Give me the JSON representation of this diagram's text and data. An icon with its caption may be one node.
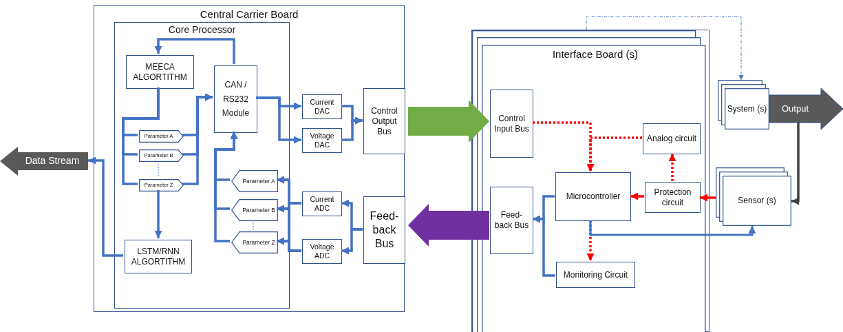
{
  "diagram": {
    "nodes": [
      {
        "text": [
          "Central Carrier Board"
        ]
      },
      {
        "text": [
          "Core Processor"
        ],
        "in": 0
      },
      {
        "text": [
          "MEECA ALGORTITHM"
        ],
        "in": 1
      },
      {
        "text": [
          "CAN / RS232 Module"
        ],
        "in": 1
      },
      {
        "text": [
          "Parameter A"
        ],
        "in": 1
      },
      {
        "text": [
          "Parameter B"
        ],
        "in": 1
      },
      {
        "text": [
          "Parameter Z"
        ],
        "in": 1
      },
      {
        "text": [
          "LSTM/RNN ALGORTITHM"
        ],
        "in": 1
      },
      {
        "text": [
          "Parameter A"
        ],
        "in": 1
      },
      {
        "text": [
          "Parameter B"
        ],
        "in": 1
      },
      {
        "text": [
          "Parameter Z"
        ],
        "in": 1
      },
      {
        "text": [
          "Current DAC"
        ],
        "in": 0
      },
      {
        "text": [
          "Voltage DAC"
        ],
        "in": 0
      },
      {
        "text": [
          "Control Output Bus"
        ],
        "in": 0
      },
      {
        "text": [
          "Current ADC"
        ],
        "in": 0
      },
      {
        "text": [
          "Voltage ADC"
        ],
        "in": 0
      },
      {
        "text": [
          "Feed-back Bus"
        ],
        "in": 0
      },
      {
        "text": [
          "Data Stream"
        ]
      },
      {
        "text": [
          "Interface Board (s)"
        ]
      },
      {
        "text": [
          "Control Input Bus"
        ],
        "in": 18
      },
      {
        "text": [
          "Analog circuit"
        ],
        "in": 18
      },
      {
        "text": [
          "Microcontroller"
        ],
        "in": 18
      },
      {
        "text": [
          "Protection circuit"
        ],
        "in": 18
      },
      {
        "text": [
          "Feed-back Bus"
        ],
        "in": 18
      },
      {
        "text": [
          "Monitoring Circuit"
        ],
        "in": 18
      },
      {
        "text": [
          "System (s)"
        ]
      },
      {
        "text": [
          "Output"
        ]
      },
      {
        "text": [
          "Sensor (s)"
        ]
      }
    ],
    "edges": [
      {
        "from": 3,
        "to": 2,
        "arrow": "to"
      },
      {
        "from": 2,
        "to": 4,
        "arrow": "none"
      },
      {
        "from": 2,
        "to": 5,
        "arrow": "none"
      },
      {
        "from": 2,
        "to": 6,
        "arrow": "none"
      },
      {
        "from": 4,
        "to": 3,
        "arrow": "to"
      },
      {
        "from": 5,
        "to": 3,
        "arrow": "to"
      },
      {
        "from": 6,
        "to": 3,
        "arrow": "to"
      },
      {
        "from": 6,
        "to": 7,
        "arrow": "to"
      },
      {
        "from": 7,
        "to": 17,
        "arrow": "to"
      },
      {
        "from": 3,
        "to": 11,
        "arrow": "to"
      },
      {
        "from": 3,
        "to": 12,
        "arrow": "to"
      },
      {
        "from": 11,
        "to": 13,
        "arrow": "to"
      },
      {
        "from": 12,
        "to": 13,
        "arrow": "to"
      },
      {
        "from": 16,
        "to": 14,
        "arrow": "to"
      },
      {
        "from": 16,
        "to": 15,
        "arrow": "to"
      },
      {
        "from": 14,
        "to": 8,
        "arrow": "to"
      },
      {
        "from": 14,
        "to": 9,
        "arrow": "to"
      },
      {
        "from": 14,
        "to": 10,
        "arrow": "to"
      },
      {
        "from": 15,
        "to": 8,
        "arrow": "to"
      },
      {
        "from": 15,
        "to": 9,
        "arrow": "to"
      },
      {
        "from": 15,
        "to": 10,
        "arrow": "to"
      },
      {
        "from": 8,
        "to": 3,
        "arrow": "to"
      },
      {
        "from": 9,
        "to": 3,
        "arrow": "to"
      },
      {
        "from": 10,
        "to": 3,
        "arrow": "to"
      },
      {
        "from": 13,
        "to": 19,
        "arrow": "to",
        "style": "thick",
        "color": "#70ad47"
      },
      {
        "from": 23,
        "to": 16,
        "arrow": "to",
        "style": "thick",
        "color": "#7030a0"
      },
      {
        "from": 19,
        "to": 21,
        "arrow": "to",
        "style": "dashed",
        "color": "#ff0000"
      },
      {
        "from": 20,
        "to": 21,
        "arrow": "to",
        "style": "dashed",
        "color": "#ff0000"
      },
      {
        "from": 22,
        "to": 20,
        "arrow": "to",
        "style": "dashed",
        "color": "#ff0000"
      },
      {
        "from": 22,
        "to": 21,
        "arrow": "to",
        "color": "#ff0000"
      },
      {
        "from": 27,
        "to": 22,
        "arrow": "to",
        "color": "#ff0000"
      },
      {
        "from": 21,
        "to": 24,
        "arrow": "to",
        "style": "dashed",
        "color": "#ff0000"
      },
      {
        "from": 21,
        "to": 27,
        "arrow": "to"
      },
      {
        "from": 21,
        "to": 23,
        "arrow": "to"
      },
      {
        "from": 24,
        "to": 23,
        "arrow": "to"
      },
      {
        "from": 26,
        "to": 27,
        "arrow": "to",
        "color": "#404040"
      },
      {
        "from": 18,
        "to": 25,
        "arrow": "to",
        "style": "dashed"
      }
    ]
  }
}
